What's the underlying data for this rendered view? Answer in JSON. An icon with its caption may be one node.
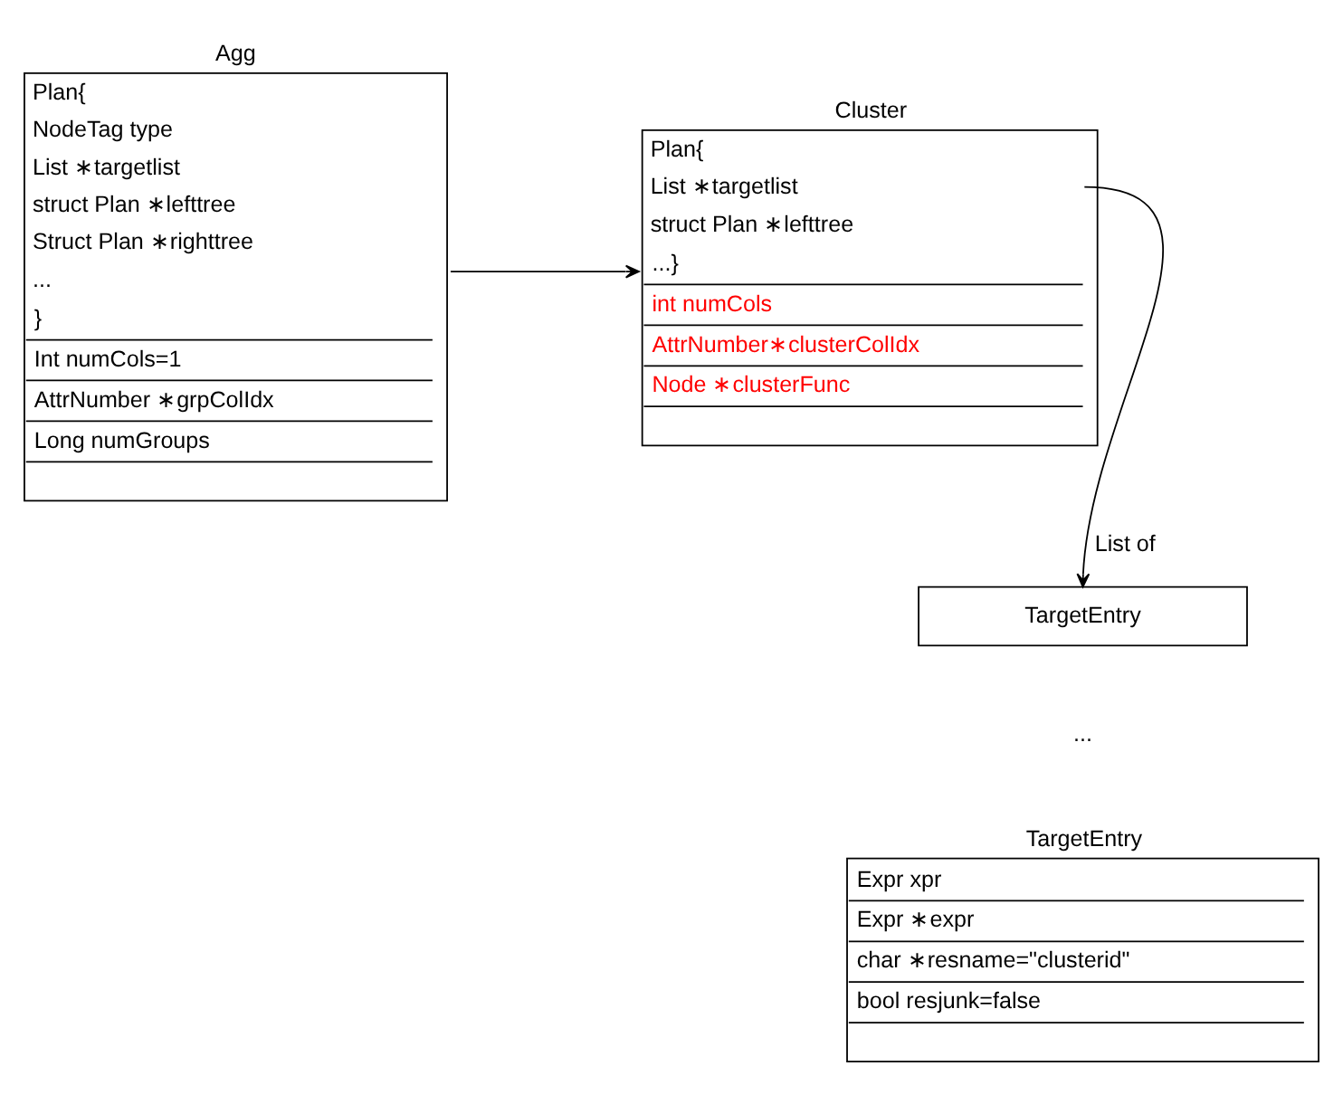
{
  "diagram": {
    "nodes": [
      {
        "text": [
          "Agg",
          "Plan{",
          "NodeTag type",
          "List ∗targetlist",
          "struct Plan ∗lefttree",
          "Struct Plan ∗righttree",
          "...",
          "}",
          "Int numCols=1",
          "AttrNumber ∗grpColIdx",
          "Long numGroups"
        ]
      },
      {
        "text": [
          "Cluster",
          "Plan{",
          "List ∗targetlist",
          "struct Plan ∗lefttree",
          "...}",
          "int numCols",
          "AttrNumber∗clusterColIdx",
          "Node ∗clusterFunc"
        ]
      },
      {
        "text": [
          "TargetEntry"
        ]
      },
      {
        "text": [
          "TargetEntry",
          "Expr xpr",
          "Expr ∗expr",
          "char ∗resname=\"clusterid\"",
          "bool resjunk=false"
        ]
      }
    ],
    "edges": [
      {
        "from": 0,
        "to": 1,
        "arrow": "to"
      },
      {
        "from": 1,
        "to": 2,
        "arrow": "to",
        "label": "List of"
      }
    ],
    "labels": [
      "..."
    ]
  }
}
